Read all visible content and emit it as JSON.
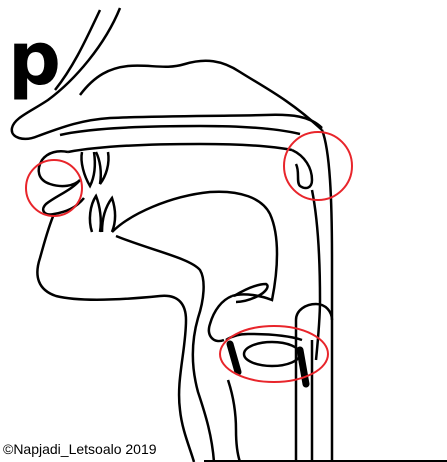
{
  "diagram": {
    "phoneme_label": "p",
    "copyright": "©Napjadi_Letsoalo 2019",
    "colors": {
      "outline": "#000000",
      "highlight_circle": "#e8252b",
      "background": "#ffffff"
    },
    "highlighted_regions": [
      "lips-closed",
      "velum-raised",
      "vocal-folds-open"
    ]
  }
}
